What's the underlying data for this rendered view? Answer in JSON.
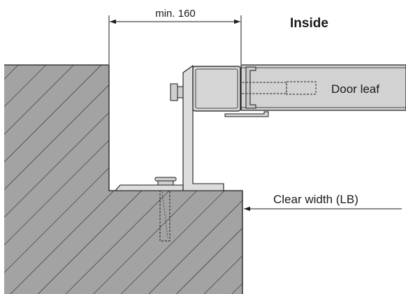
{
  "labels": {
    "dimension_min": "min. 160",
    "side": "Inside",
    "door_leaf": "Door leaf",
    "clear_width": "Clear width (LB)"
  },
  "colors": {
    "wall_fill": "#a3a3a3",
    "door_fill": "#d2d2d2",
    "bracket_fill": "#dcdcdc",
    "line": "#1a1a1a"
  }
}
